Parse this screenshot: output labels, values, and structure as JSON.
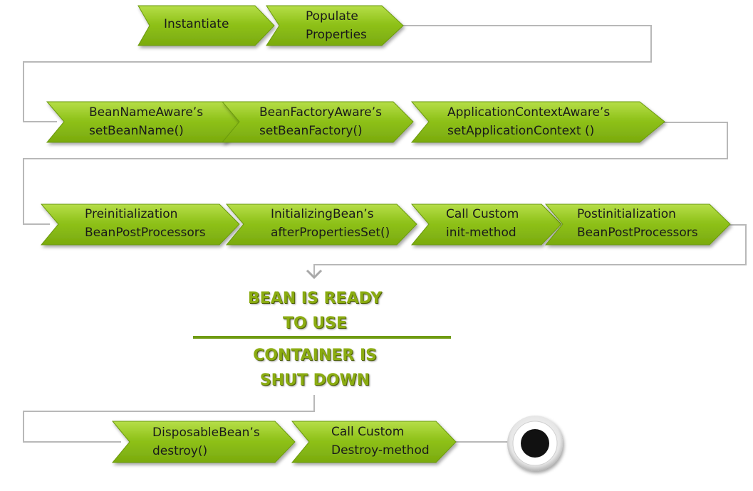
{
  "steps": {
    "instantiate": {
      "line1": "Instantiate"
    },
    "populate_properties": {
      "line1": "Populate",
      "line2": "Properties"
    },
    "bean_name_aware": {
      "line1": "BeanNameAware’s",
      "line2": "setBeanName()"
    },
    "bean_factory_aware": {
      "line1": "BeanFactoryAware’s",
      "line2": "setBeanFactory()"
    },
    "application_context_aware": {
      "line1": "ApplicationContextAware’s",
      "line2": "setApplicationContext ()"
    },
    "preinitialization": {
      "line1": "Preinitialization",
      "line2": "BeanPostProcessors"
    },
    "initializing_bean": {
      "line1": "InitializingBean’s",
      "line2": "afterPropertiesSet()"
    },
    "custom_init": {
      "line1": "Call Custom",
      "line2": "init-method"
    },
    "postinitialization": {
      "line1": "Postinitialization",
      "line2": "BeanPostProcessors"
    },
    "disposable_bean": {
      "line1": "DisposableBean’s",
      "line2": "destroy()"
    },
    "custom_destroy": {
      "line1": "Call Custom",
      "line2": "Destroy-method"
    }
  },
  "states": {
    "ready": {
      "line1": "BEAN IS READY",
      "line2": "TO USE"
    },
    "shutdown": {
      "line1": "CONTAINER IS",
      "line2": "SHUT DOWN"
    }
  },
  "colors": {
    "chevron_fill": "#86b814",
    "chevron_light": "#a5d23a",
    "chevron_stroke": "#6b9a0e",
    "connector": "#b8b8b8",
    "status_text": "#8bac12",
    "divider": "#6f9b12",
    "end_ring": "#8a8a8a",
    "end_dot": "#111111"
  },
  "icons": {
    "end_node": "final-state-icon"
  }
}
